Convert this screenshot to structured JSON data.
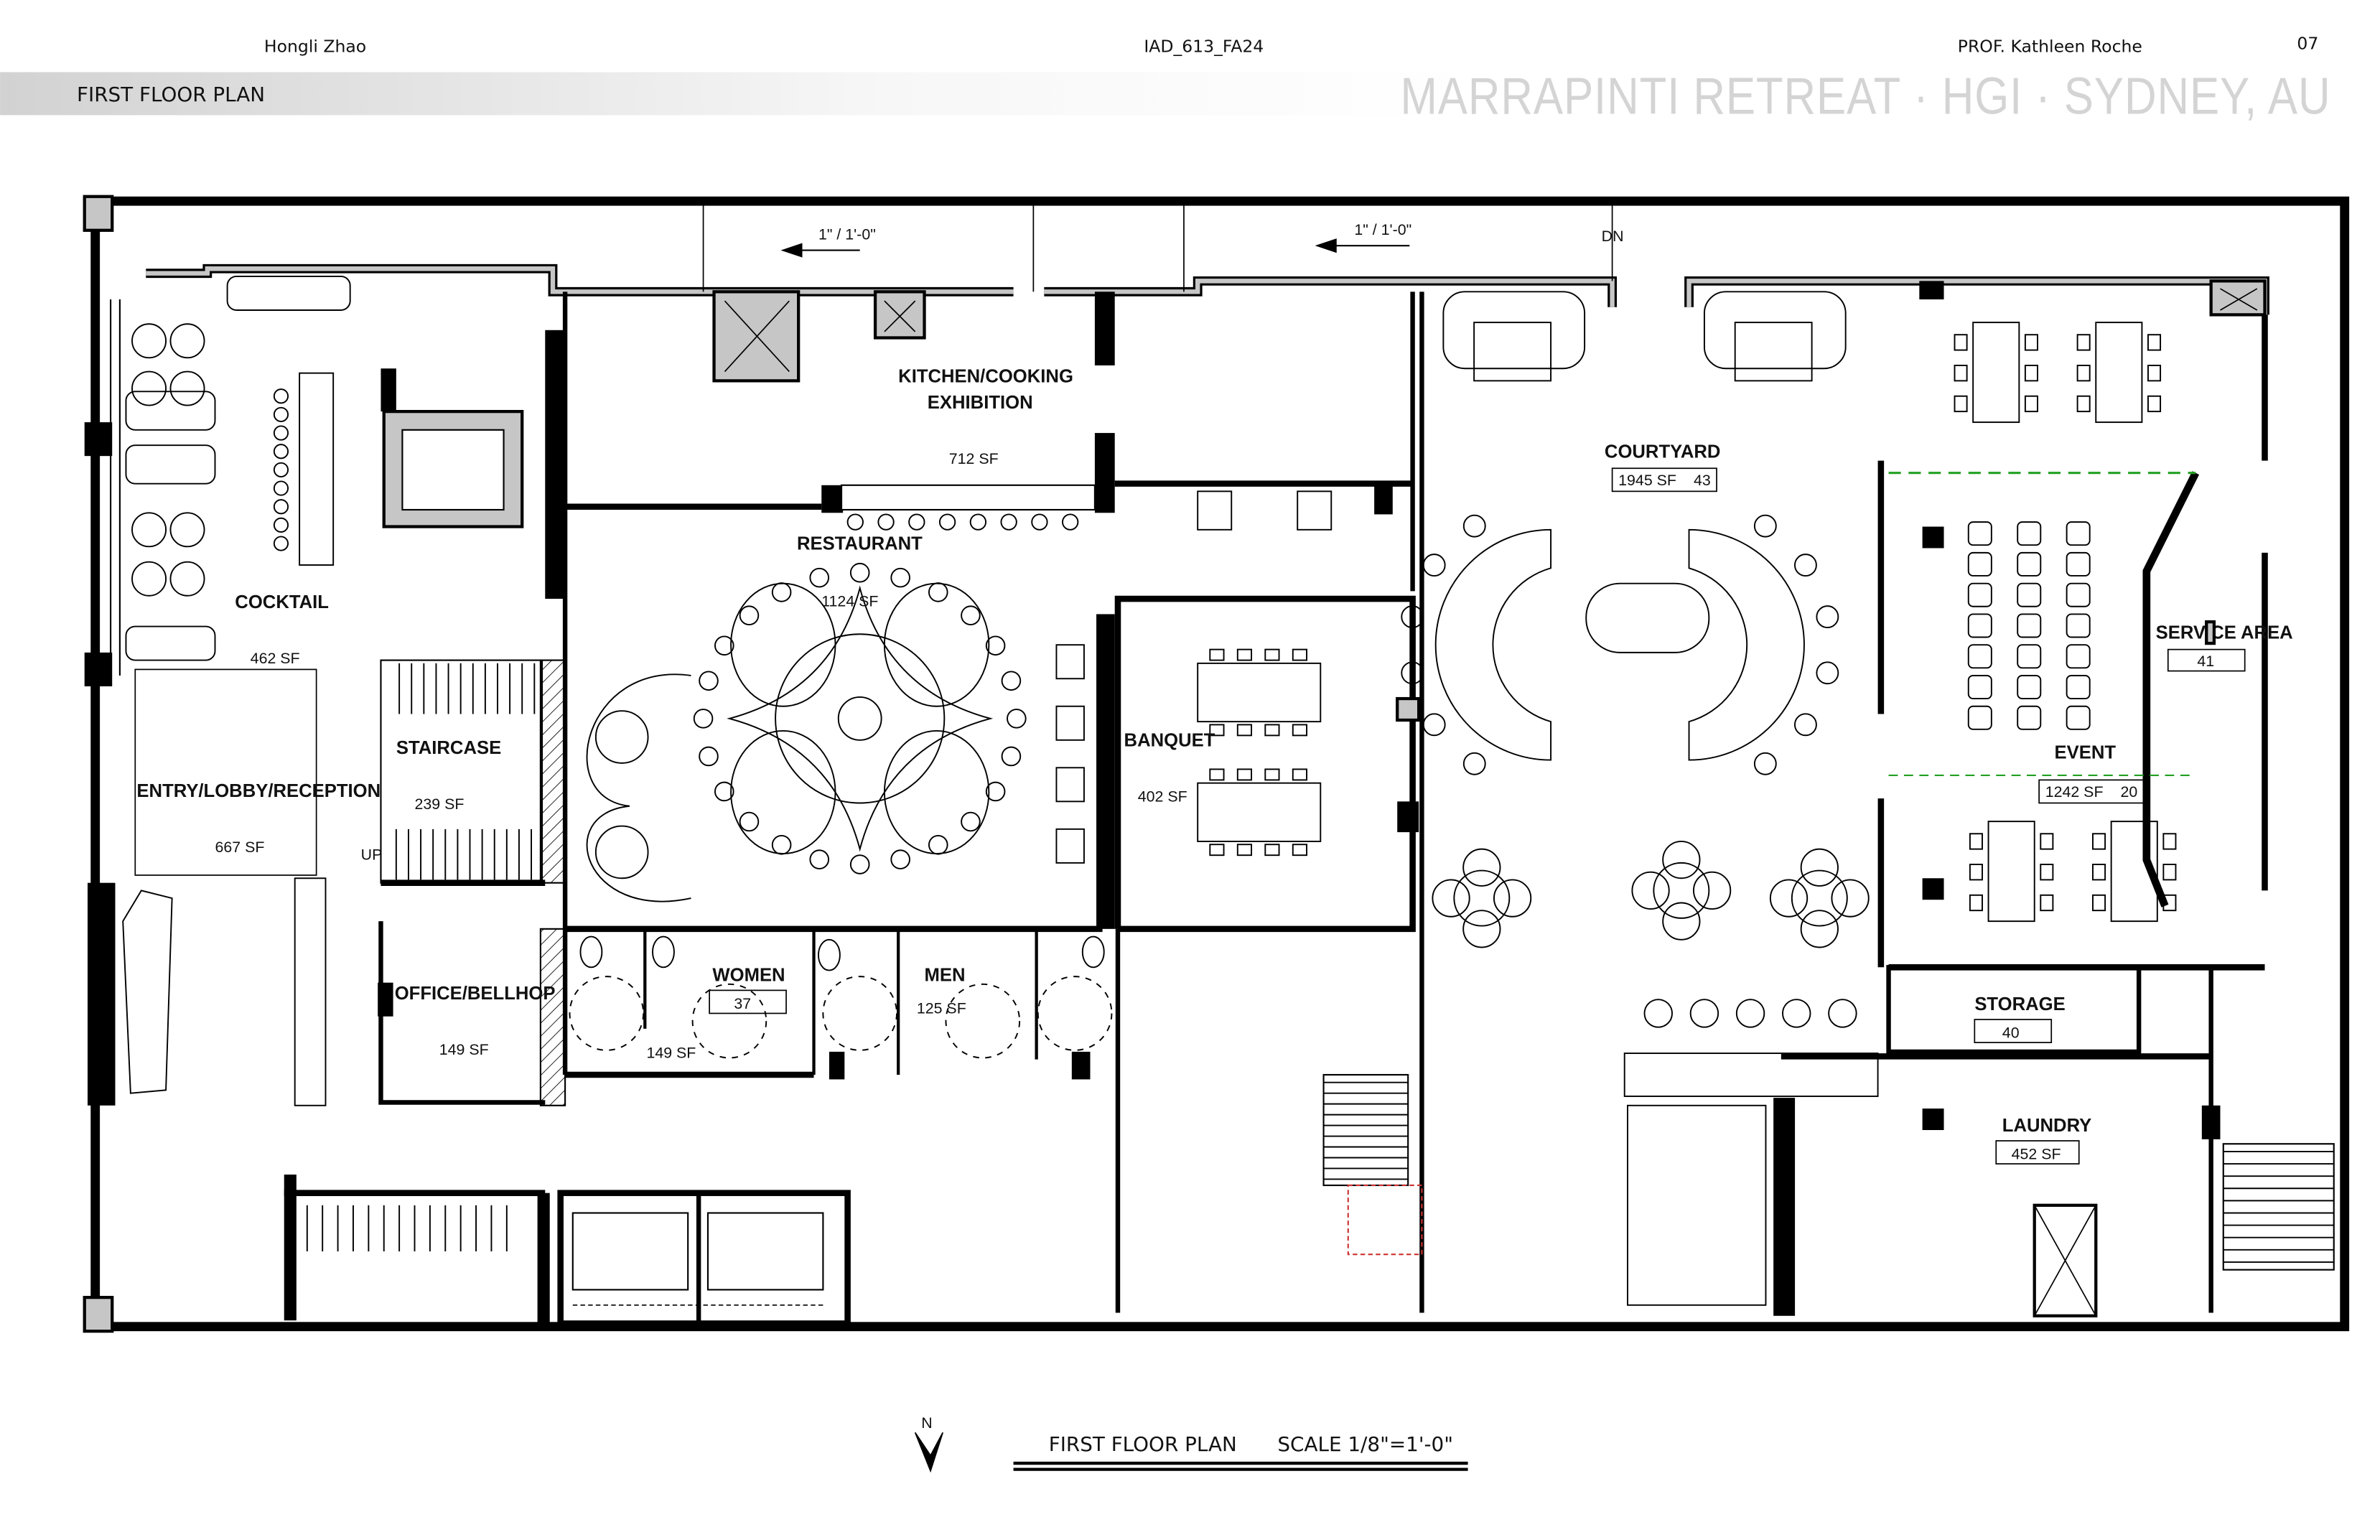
{
  "header": {
    "author": "Hongli Zhao",
    "course": "IAD_613_FA24",
    "professor": "PROF. Kathleen Roche",
    "page_number": "07",
    "sheet_title": "FIRST FLOOR PLAN",
    "project_title": "MARRAPINTI  RETREAT · HGI · SYDNEY, AU"
  },
  "plan": {
    "rooms": [
      {
        "name": "COCKTAIL",
        "area": "462 SF"
      },
      {
        "name": "ENTRY/LOBBY/RECEPTION",
        "area": "667 SF"
      },
      {
        "name": "STAIRCASE",
        "area": "239 SF"
      },
      {
        "name": "OFFICE/BELLHOP",
        "area": "149 SF"
      },
      {
        "name": "KITCHEN/COOKING",
        "name2": "EXHIBITION",
        "area": "712 SF"
      },
      {
        "name": "RESTAURANT",
        "area": "1124 SF"
      },
      {
        "name": "BANQUET",
        "area": "402 SF"
      },
      {
        "name": "WOMEN",
        "tag": "37",
        "area": "149 SF"
      },
      {
        "name": "MEN",
        "area": "125 SF"
      },
      {
        "name": "COURTYARD",
        "tag": "43",
        "area": "1945 SF"
      },
      {
        "name": "SERVICE AREA",
        "tag": "41"
      },
      {
        "name": "EVENT",
        "tag": "20",
        "area": "1242 SF"
      },
      {
        "name": "STORAGE",
        "tag": "40"
      },
      {
        "name": "LAUNDRY",
        "area": "452 SF"
      }
    ],
    "ramp_slope_1": "1\" / 1'-0\"",
    "ramp_slope_2": "1\" / 1'-0\"",
    "stair_down": "DN",
    "stair_up": "UP"
  },
  "footer": {
    "north": "N",
    "title": "FIRST FLOOR PLAN",
    "scale": "SCALE 1/8\"=1'-0\""
  },
  "colors": {
    "wall_fill": "#c6c6c6",
    "line": "#000000",
    "event_dash": "#22a022",
    "title_gray": "#d4d4d4"
  }
}
